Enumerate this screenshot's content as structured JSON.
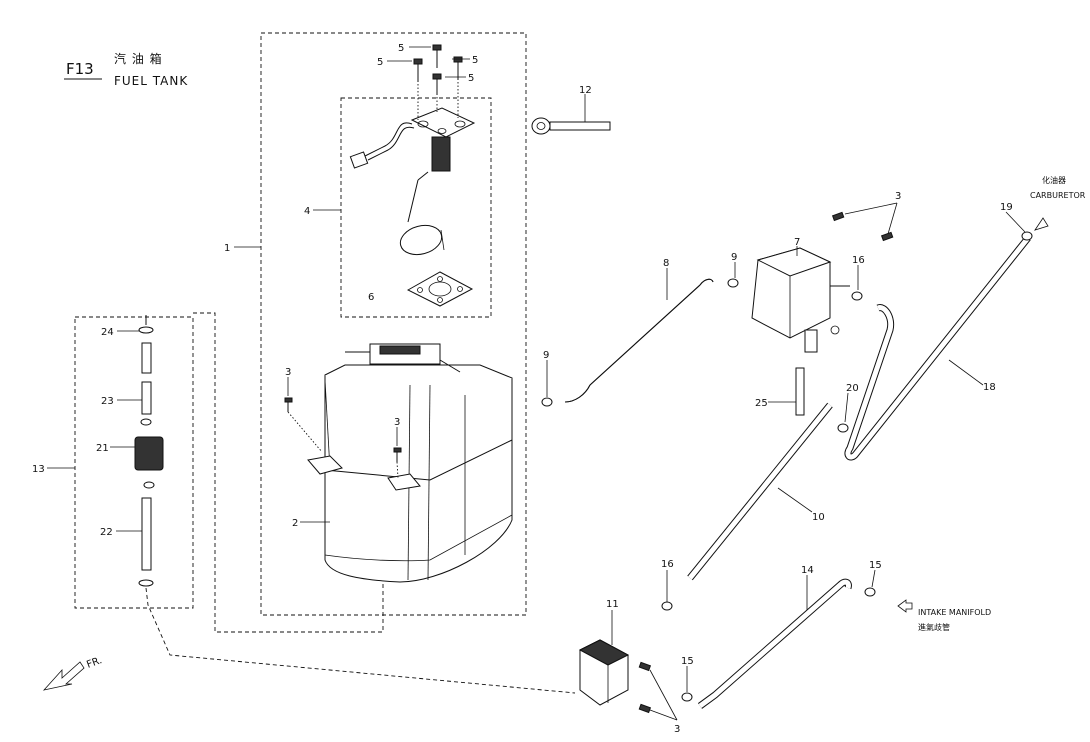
{
  "title": {
    "code": "F13",
    "cn": "汽 油 箱",
    "en": "FUEL TANK"
  },
  "directions": {
    "front": "FR.",
    "carburetor_cn": "化油器",
    "carburetor_en": "CARBURETOR",
    "manifold_en": "INTAKE MANIFOLD",
    "manifold_cn": "進氣歧管"
  },
  "callouts": {
    "p1": "1",
    "p2": "2",
    "p3a": "3",
    "p3b": "3",
    "p3c": "3",
    "p3d": "3",
    "p4": "4",
    "p5a": "5",
    "p5b": "5",
    "p5c": "5",
    "p5d": "5",
    "p6": "6",
    "p7": "7",
    "p8": "8",
    "p9a": "9",
    "p9b": "9",
    "p10": "10",
    "p11": "11",
    "p12": "12",
    "p13": "13",
    "p14": "14",
    "p15a": "15",
    "p15b": "15",
    "p16a": "16",
    "p16b": "16",
    "p18": "18",
    "p19": "19",
    "p20": "20",
    "p21": "21",
    "p22": "22",
    "p23": "23",
    "p24": "24",
    "p25": "25"
  }
}
